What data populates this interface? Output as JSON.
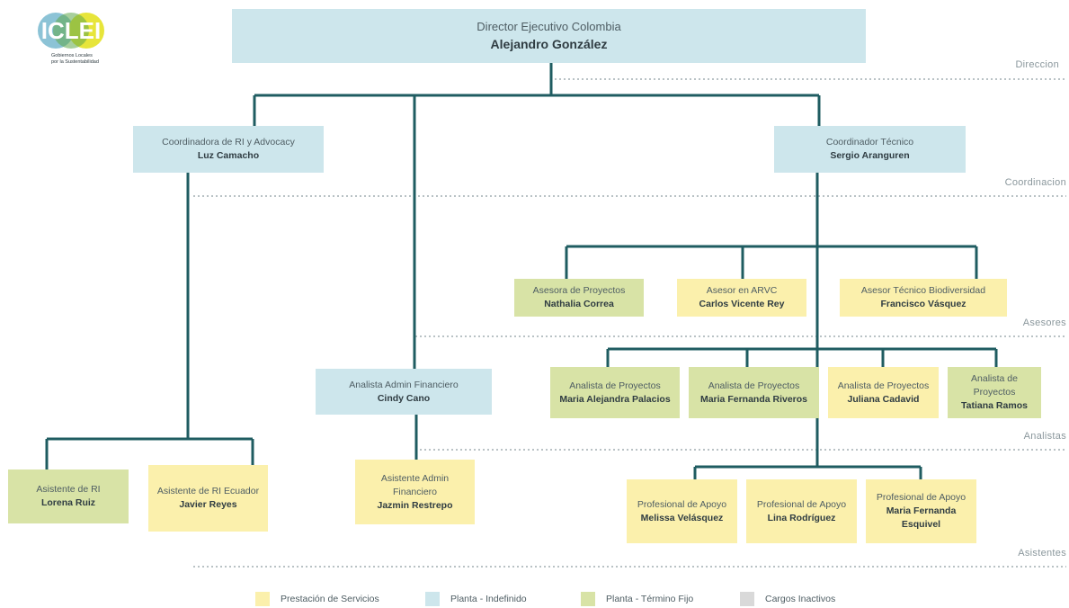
{
  "logo": {
    "text": "ICLEI",
    "tagline_1": "Gobiernos Locales",
    "tagline_2": "por la Sustentabilidad"
  },
  "colors": {
    "line": "#1f5c61",
    "dots": "#b9c2c5",
    "prestacion": "#fbf0ac",
    "indefinido": "#cde6ec",
    "fijo": "#d8e3a6",
    "inactivos": "#d9d9d9"
  },
  "levels": [
    "Direccion",
    "Coordinacion",
    "Asesores",
    "Analistas",
    "Asistentes"
  ],
  "director": {
    "role": "Director Ejecutivo Colombia",
    "name": "Alejandro González"
  },
  "coordinadora_ri": {
    "role": "Coordinadora de RI y Advocacy",
    "name": "Luz Camacho"
  },
  "coordinador_tecnico": {
    "role": "Coordinador Técnico",
    "name": "Sergio Aranguren"
  },
  "asesores": [
    {
      "role": "Asesora de Proyectos",
      "name": "Nathalia Correa"
    },
    {
      "role": "Asesor en  ARVC",
      "name": "Carlos Vicente Rey"
    },
    {
      "role": "Asesor Técnico Biodiversidad",
      "name": "Francisco Vásquez"
    }
  ],
  "analista_admin": {
    "role": "Analista Admin Financiero",
    "name": "Cindy Cano"
  },
  "analistas": [
    {
      "role": "Analista de Proyectos",
      "name": "Maria Alejandra Palacios"
    },
    {
      "role": "Analista de Proyectos",
      "name": "Maria Fernanda Riveros"
    },
    {
      "role": "Analista de Proyectos",
      "name": "Juliana Cadavid"
    },
    {
      "role": "Analista de Proyectos",
      "name": "Tatiana Ramos"
    }
  ],
  "asistentes_ri": [
    {
      "role": "Asistente de RI",
      "name": "Lorena Ruiz"
    },
    {
      "role": "Asistente de RI Ecuador",
      "name": "Javier Reyes"
    }
  ],
  "asistente_admin": {
    "role": "Asistente Admin Financiero",
    "name": "Jazmin Restrepo"
  },
  "profesionales": [
    {
      "role": "Profesional de Apoyo",
      "name": "Melissa Velásquez"
    },
    {
      "role": "Profesional de Apoyo",
      "name": "Lina Rodríguez"
    },
    {
      "role": "Profesional de Apoyo",
      "name": "Maria Fernanda Esquivel"
    }
  ],
  "legend": [
    {
      "label": "Prestación de Servicios",
      "color": "#fbf0ac"
    },
    {
      "label": "Planta - Indefinido",
      "color": "#cde6ec"
    },
    {
      "label": "Planta - Término Fijo",
      "color": "#d8e3a6"
    },
    {
      "label": "Cargos Inactivos",
      "color": "#d9d9d9"
    }
  ]
}
